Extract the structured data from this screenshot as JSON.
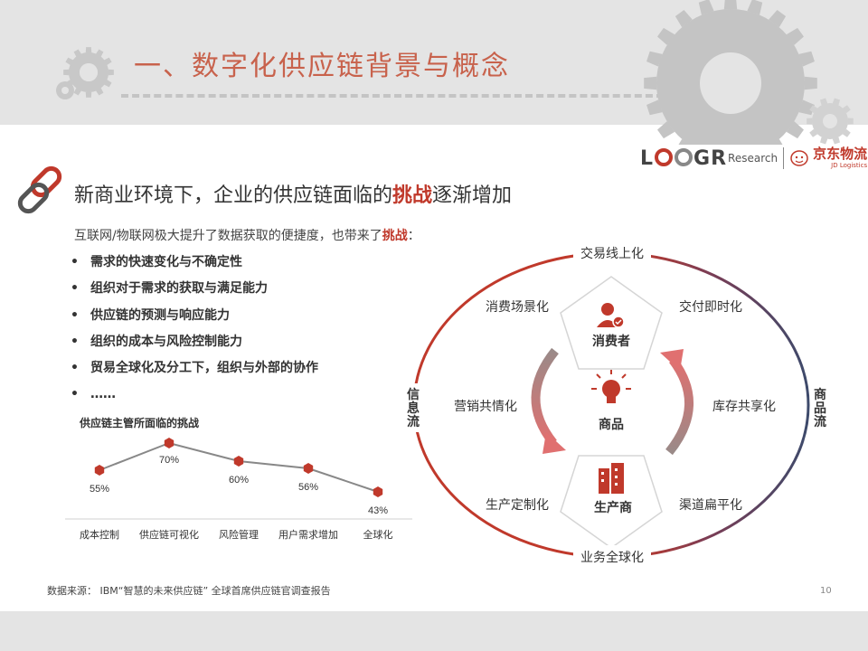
{
  "header": {
    "title": "一、数字化供应链背景与概念"
  },
  "logo": {
    "log_text": "L",
    "g_text": "G",
    "research": "Research",
    "jd_cn": "京东物流",
    "jd_en": "JD Logistics"
  },
  "headline": {
    "prefix": "新商业环境下，企业的供应链面临的",
    "highlight": "挑战",
    "suffix": "逐渐增加"
  },
  "intro": {
    "prefix": "互联网/物联网极大提升了数据获取的便捷度，也带来了",
    "highlight": "挑战",
    "suffix": "："
  },
  "bullets": [
    "需求的快速变化与不确定性",
    "组织对于需求的获取与满足能力",
    "供应链的预测与响应能力",
    "组织的成本与风险控制能力",
    "贸易全球化及分工下，组织与外部的协作",
    "……"
  ],
  "chart_data": {
    "type": "line",
    "title": "供应链主管所面临的挑战",
    "categories": [
      "成本控制",
      "供应链可视化",
      "风险管理",
      "用户需求增加",
      "全球化"
    ],
    "values": [
      55,
      70,
      60,
      56,
      43
    ],
    "value_labels": [
      "55%",
      "70%",
      "60%",
      "56%",
      "43%"
    ],
    "ylim": [
      30,
      80
    ],
    "grid": false,
    "series_color": "#c0392b",
    "line_color": "#888888"
  },
  "diagram": {
    "top_label": "交易线上化",
    "bottom_label": "业务全球化",
    "left_label": "信息流",
    "right_label": "商品流",
    "outer_labels": {
      "upper_left": "消费场景化",
      "upper_right": "交付即时化",
      "mid_left": "营销共情化",
      "mid_right": "库存共享化",
      "lower_left": "生产定制化",
      "lower_right": "渠道扁平化"
    },
    "nodes": {
      "consumer": "消费者",
      "product": "商品",
      "producer": "生产商"
    },
    "colors": {
      "red": "#c0392b",
      "navy": "#3d4a6b"
    }
  },
  "footer": {
    "source": "数据来源： IBM“智慧的未来供应链” 全球首席供应链官调查报告",
    "page": "10"
  }
}
